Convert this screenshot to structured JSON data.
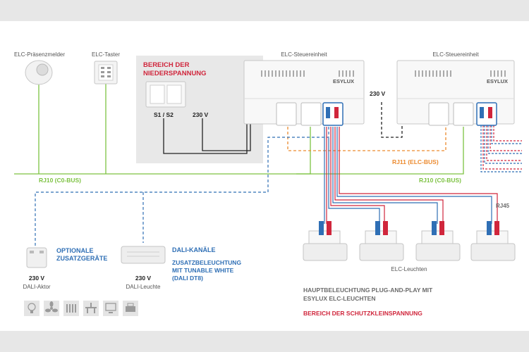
{
  "labels": {
    "presence_detector": "ELC-Präsenzmelder",
    "push_button": "ELC-Taster",
    "control_unit_1": "ELC-Steuereinheit",
    "control_unit_2": "ELC-Steuereinheit",
    "brand_1": "ESYLUX",
    "brand_2": "ESYLUX",
    "low_voltage_title_1": "BEREICH DER",
    "low_voltage_title_2": "NIEDERSPANNUNG",
    "switch_label": "S1 / S2",
    "voltage_lowvolt": "230 V",
    "voltage_cu2": "230 V",
    "rj11_label": "RJ11 (ELC-BUS)",
    "rj10_left": "RJ10 (C0-BUS)",
    "rj10_right": "RJ10 (C0-BUS)",
    "rj45_label": "RJ45",
    "optional_1": "OPTIONALE",
    "optional_2": "ZUSATZGERÄTE",
    "dali_channels": "DALI-KANÄLE",
    "dali_extra_1": "ZUSATZBELEUCHTUNG",
    "dali_extra_2": "MIT TUNABLE WHITE",
    "dali_extra_3": "(DALI DT8)",
    "voltage_dali_actor": "230 V",
    "dali_actor": "DALI-Aktor",
    "voltage_dali_light": "230 V",
    "dali_light": "DALI-Leuchte",
    "elc_lights": "ELC-Leuchten",
    "main_lighting_1": "HAUPTBELEUCHTUNG PLUG-AND-PLAY MIT",
    "main_lighting_2": "ESYLUX ELC-LEUCHTEN",
    "safety_area": "BEREICH DER SCHUTZKLEINSPANNUNG"
  },
  "device_icons": [
    "lightbulb-icon",
    "fan-icon",
    "radiator-icon",
    "table-icon",
    "monitor-icon",
    "printer-icon"
  ],
  "colors": {
    "green": "#7dc242",
    "blue": "#2f6fb5",
    "orange": "#ec8a2e",
    "red": "#d0263c",
    "black": "#222222",
    "grey_text": "#6b6b6b"
  }
}
